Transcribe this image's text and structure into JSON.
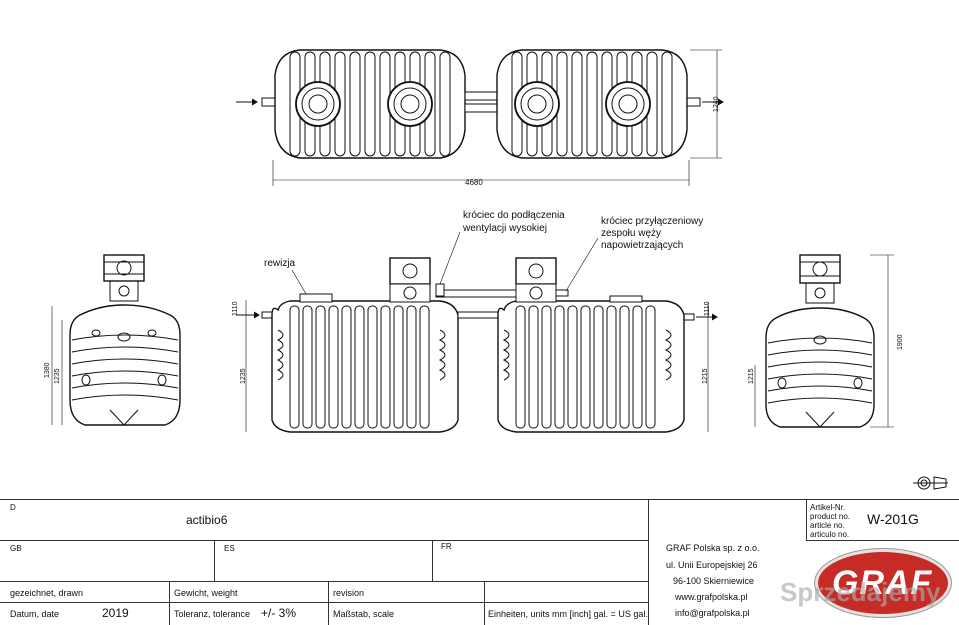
{
  "top_view": {
    "dim_width": "4680",
    "dim_height": "1240"
  },
  "side_view": {
    "label_vent": "króciec do podłączenia\nwentylacji wysokiej",
    "label_vent_1": "króciec do podłączenia",
    "label_vent_2": "wentylacji wysokiej",
    "label_hose_1": "króciec przyłączeniowy",
    "label_hose_2": "zespołu węży",
    "label_hose_3": "napowietrzających",
    "label_rewizja": "rewizja",
    "dim_left_top": "1110",
    "dim_left": "1235",
    "dim_right_top": "1110",
    "dim_right": "1215"
  },
  "end_view_left": {
    "dim_outer": "1380",
    "dim_inner": "1235"
  },
  "end_view_right": {
    "dim_outer": "1900",
    "dim_inner": "1215"
  },
  "title_block": {
    "d_label": "D",
    "product_name": "actibio6",
    "gb_label": "GB",
    "es_label": "ES",
    "fr_label": "FR",
    "drawn_label": "gezeichnet, drawn",
    "weight_label": "Gewicht, weight",
    "revision_label": "revision",
    "date_label": "Datum, date",
    "date_value": "2019",
    "tolerance_label": "Toleranz, tolerance",
    "tolerance_value": "+/- 3%",
    "scale_label": "Maßstab, scale",
    "units_label": "Einheiten, units   mm [inch]  gal. = US gal.",
    "article_labels": [
      "Artikel-Nr.",
      "product no.",
      "article no.",
      "articulo no."
    ],
    "article_value": "W-201G",
    "company": [
      "GRAF Polska sp. z o.o.",
      "ul. Unii Europejskiej 26",
      "96-100 Skierniewice",
      "www.grafpolska.pl",
      "info@grafpolska.pl"
    ],
    "logo_text": "GRAF",
    "watermark": "Sprzedajemy"
  }
}
